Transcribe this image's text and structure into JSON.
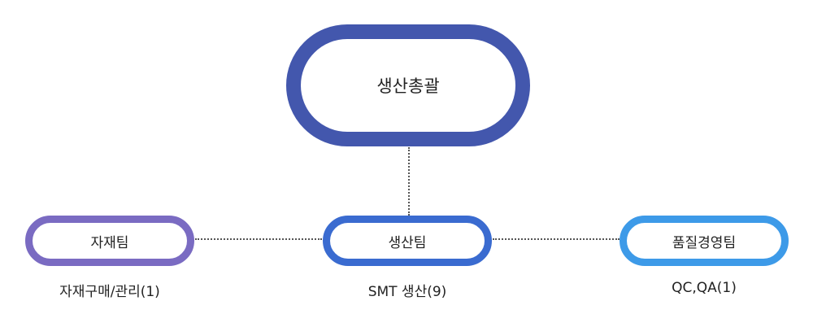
{
  "diagram": {
    "root": {
      "label": "생산총괄",
      "color": "#4357ad",
      "accent": "#2a348c"
    },
    "children": [
      {
        "label": "자재팀",
        "caption": "자재구매/관리(1)",
        "color": "#7a6bc2",
        "accent": "#3d3c9b"
      },
      {
        "label": "생산팀",
        "caption": "SMT 생산(9)",
        "color": "#3a6bd0",
        "accent": "#1e3ba8"
      },
      {
        "label": "품질경영팀",
        "caption": "QC,QA(1)",
        "color": "#3d9ae8",
        "accent": "#1f6ad8"
      }
    ],
    "connector_color": "#555555"
  }
}
